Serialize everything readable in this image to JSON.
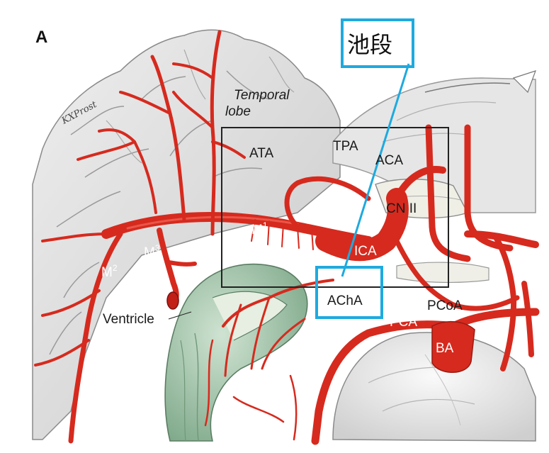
{
  "figure": {
    "panel_letter": "A",
    "signature": "KXProst"
  },
  "labels": {
    "temporal": "Temporal",
    "lobe": "lobe",
    "ata": "ATA",
    "tpa": "TPA",
    "aca": "ACA",
    "cn2": "CN II",
    "m1": "M",
    "m1_sup": "1",
    "m3": "M",
    "m3_sup": "3",
    "m2": "M",
    "m2_sup": "2",
    "ica": "ICA",
    "acha": "AChA",
    "pcoa": "PCoA",
    "pca": "PCA",
    "ba": "BA",
    "ventricle": "Ventricle"
  },
  "annotation": {
    "callout_text": "池段"
  },
  "colors": {
    "artery": "#d62a1e",
    "callout_border": "#1eaadf",
    "zoom_box": "#222222",
    "brain": "#d8d8d8",
    "hippocampus": "#8fb89a"
  }
}
